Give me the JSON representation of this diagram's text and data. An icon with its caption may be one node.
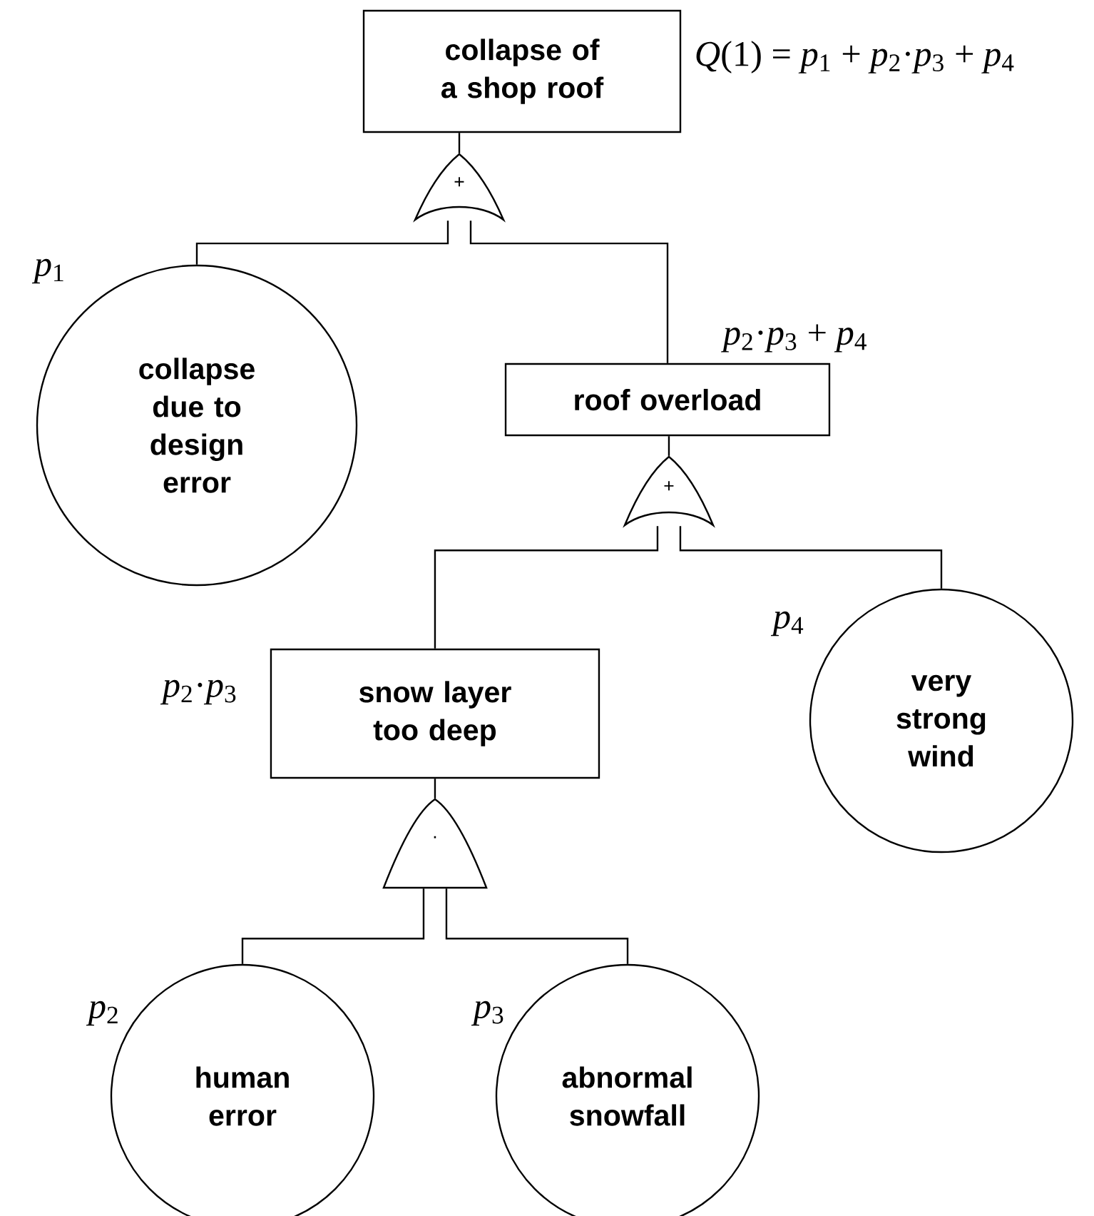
{
  "diagram": {
    "nodes": [
      {
        "text": [
          "collapse of a shop roof"
        ],
        "beside": [
          "*Q*(1) = *p*$_{1}$ + *p*$_{2}$·*p*$_{3}$ + *p*$_{4}$"
        ]
      },
      {
        "text": [
          "+"
        ]
      },
      {
        "text": [
          "collapse due to design error"
        ],
        "beside": [
          "*p*$_{1}$"
        ]
      },
      {
        "text": [
          "roof overload"
        ],
        "beside": [
          "*p*$_{2}$·*p*$_{3}$ + *p*$_{4}$"
        ]
      },
      {
        "text": [
          "+"
        ]
      },
      {
        "text": [
          "snow layer too deep"
        ],
        "beside": [
          "*p*$_{2}$·*p*$_{3}$"
        ]
      },
      {
        "text": [
          "very strong wind"
        ],
        "beside": [
          "*p*$_{4}$"
        ]
      },
      {
        "text": [
          "·"
        ]
      },
      {
        "text": [
          "human error"
        ],
        "beside": [
          "*p*$_{2}$"
        ]
      },
      {
        "text": [
          "abnormal snowfall"
        ],
        "beside": [
          "*p*$_{3}$"
        ]
      }
    ],
    "edges": [
      {
        "from": 0,
        "to": 1,
        "arrow": "none"
      },
      {
        "from": 1,
        "to": 2,
        "arrow": "none"
      },
      {
        "from": 1,
        "to": 3,
        "arrow": "none"
      },
      {
        "from": 3,
        "to": 4,
        "arrow": "none"
      },
      {
        "from": 4,
        "to": 5,
        "arrow": "none"
      },
      {
        "from": 4,
        "to": 6,
        "arrow": "none"
      },
      {
        "from": 5,
        "to": 7,
        "arrow": "none"
      },
      {
        "from": 7,
        "to": 8,
        "arrow": "none"
      },
      {
        "from": 7,
        "to": 9,
        "arrow": "none"
      }
    ]
  }
}
